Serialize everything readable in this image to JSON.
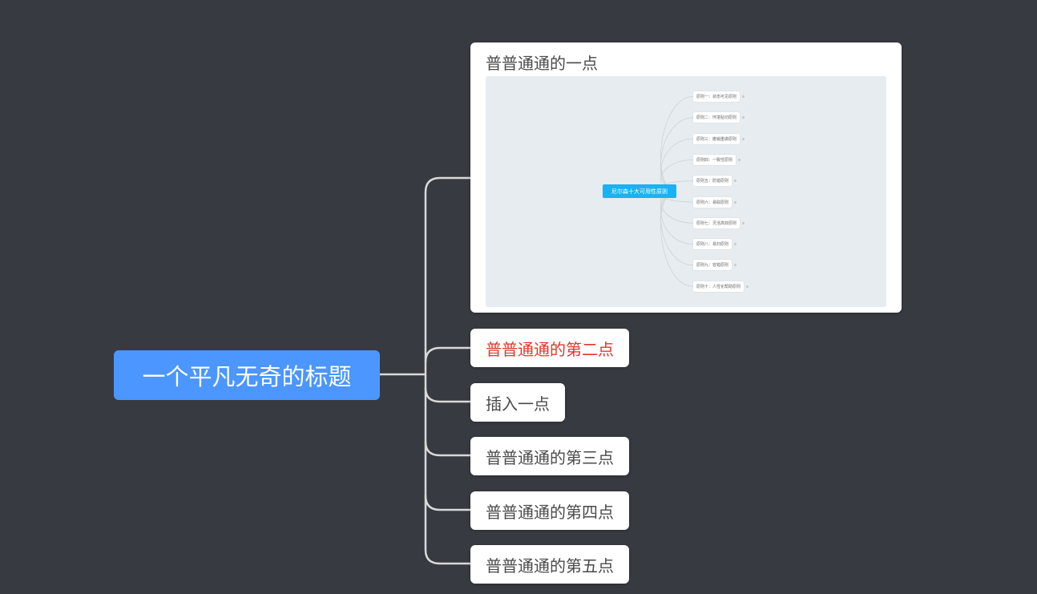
{
  "root": {
    "label": "一个平凡无奇的标题"
  },
  "card": {
    "title": "普普通通的一点",
    "thumbnail": {
      "root_label": "尼尔森十大可用性原则",
      "leaves": [
        "原则一：状态可见原则",
        "原则二：环境贴切原则",
        "原则三：撤销重做原则",
        "原则四：一致性原则",
        "原则五：防错原则",
        "原则六：易取原则",
        "原则七：灵活高效原则",
        "原则八：易扫原则",
        "原则九：容错原则",
        "原则十：人性化帮助原则"
      ]
    }
  },
  "branches": [
    {
      "label": "普普通通的第二点",
      "highlight_color": "#e0362c"
    },
    {
      "label": "插入一点"
    },
    {
      "label": "普普通通的第三点"
    },
    {
      "label": "普普通通的第四点"
    },
    {
      "label": "普普通通的第五点"
    }
  ],
  "colors": {
    "background": "#373a40",
    "root": "#4b96ff",
    "connector": "#d9d9d9",
    "mini_root": "#1ab2f4"
  }
}
